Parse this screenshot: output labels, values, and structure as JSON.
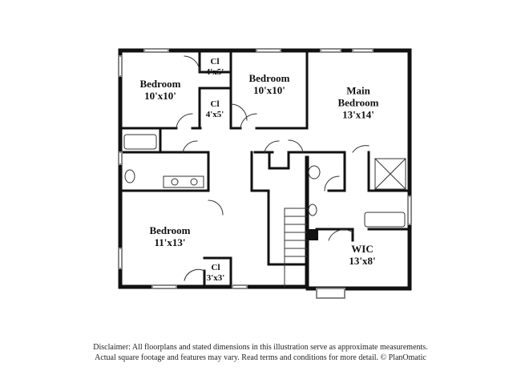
{
  "rooms": [
    {
      "name": "Bedroom",
      "dim": "10'x10'"
    },
    {
      "name": "Cl",
      "dim": "4'x5'"
    },
    {
      "name": "Bedroom",
      "dim": "10'x10'"
    },
    {
      "name": "Main Bedroom",
      "dim": "13'x14'"
    },
    {
      "name": "Cl",
      "dim": "4'x5'"
    },
    {
      "name": "Bedroom",
      "dim": "11'x13'"
    },
    {
      "name": "Cl",
      "dim": "3'x3'"
    },
    {
      "name": "WIC",
      "dim": "13'x8'"
    }
  ],
  "disclaimer": {
    "line1": "Disclaimer: All floorplans and stated dimensions in this illustration serve as approximate measurements.",
    "line2": "Actual square footage and features may vary. Read terms and conditions for more detail. © PlanOmatic"
  }
}
